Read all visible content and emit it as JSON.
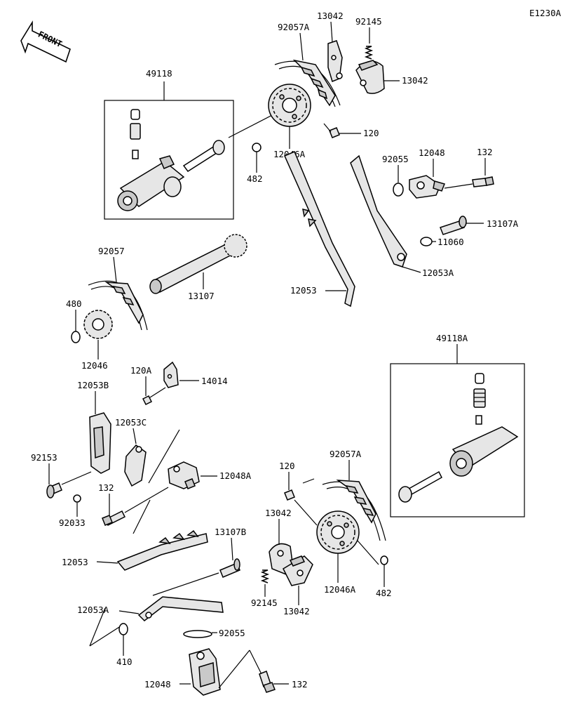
{
  "diagram_id": "E1230A",
  "front_label": "FRONT",
  "labels": {
    "l49118": "49118",
    "l92057A_top": "92057A",
    "l13042_top1": "13042",
    "l92145_top": "92145",
    "l13042_top2": "13042",
    "l120_top": "120",
    "l12046A_top": "12046A",
    "l482_top": "482",
    "l92055_top": "92055",
    "l12048_top": "12048",
    "l132_top": "132",
    "l13107A": "13107A",
    "l11060": "11060",
    "l12053A_top": "12053A",
    "l12053_top": "12053",
    "l92057": "92057",
    "l13107": "13107",
    "l480": "480",
    "l12046": "12046",
    "l120A": "120A",
    "l14014": "14014",
    "l12053B": "12053B",
    "l12053C": "12053C",
    "l92153": "92153",
    "l12048A": "12048A",
    "l132_mid": "132",
    "l92033": "92033",
    "l120_bot": "120",
    "l92057A_bot": "92057A",
    "l49118A": "49118A",
    "l13042_bot1": "13042",
    "l13107B": "13107B",
    "l12053_bot": "12053",
    "l12053A_bot": "12053A",
    "l92145_bot": "92145",
    "l13042_bot2": "13042",
    "l12046A_bot": "12046A",
    "l482_bot": "482",
    "l92055_bot": "92055",
    "l410": "410",
    "l12048_bot": "12048",
    "l132_bot": "132"
  }
}
